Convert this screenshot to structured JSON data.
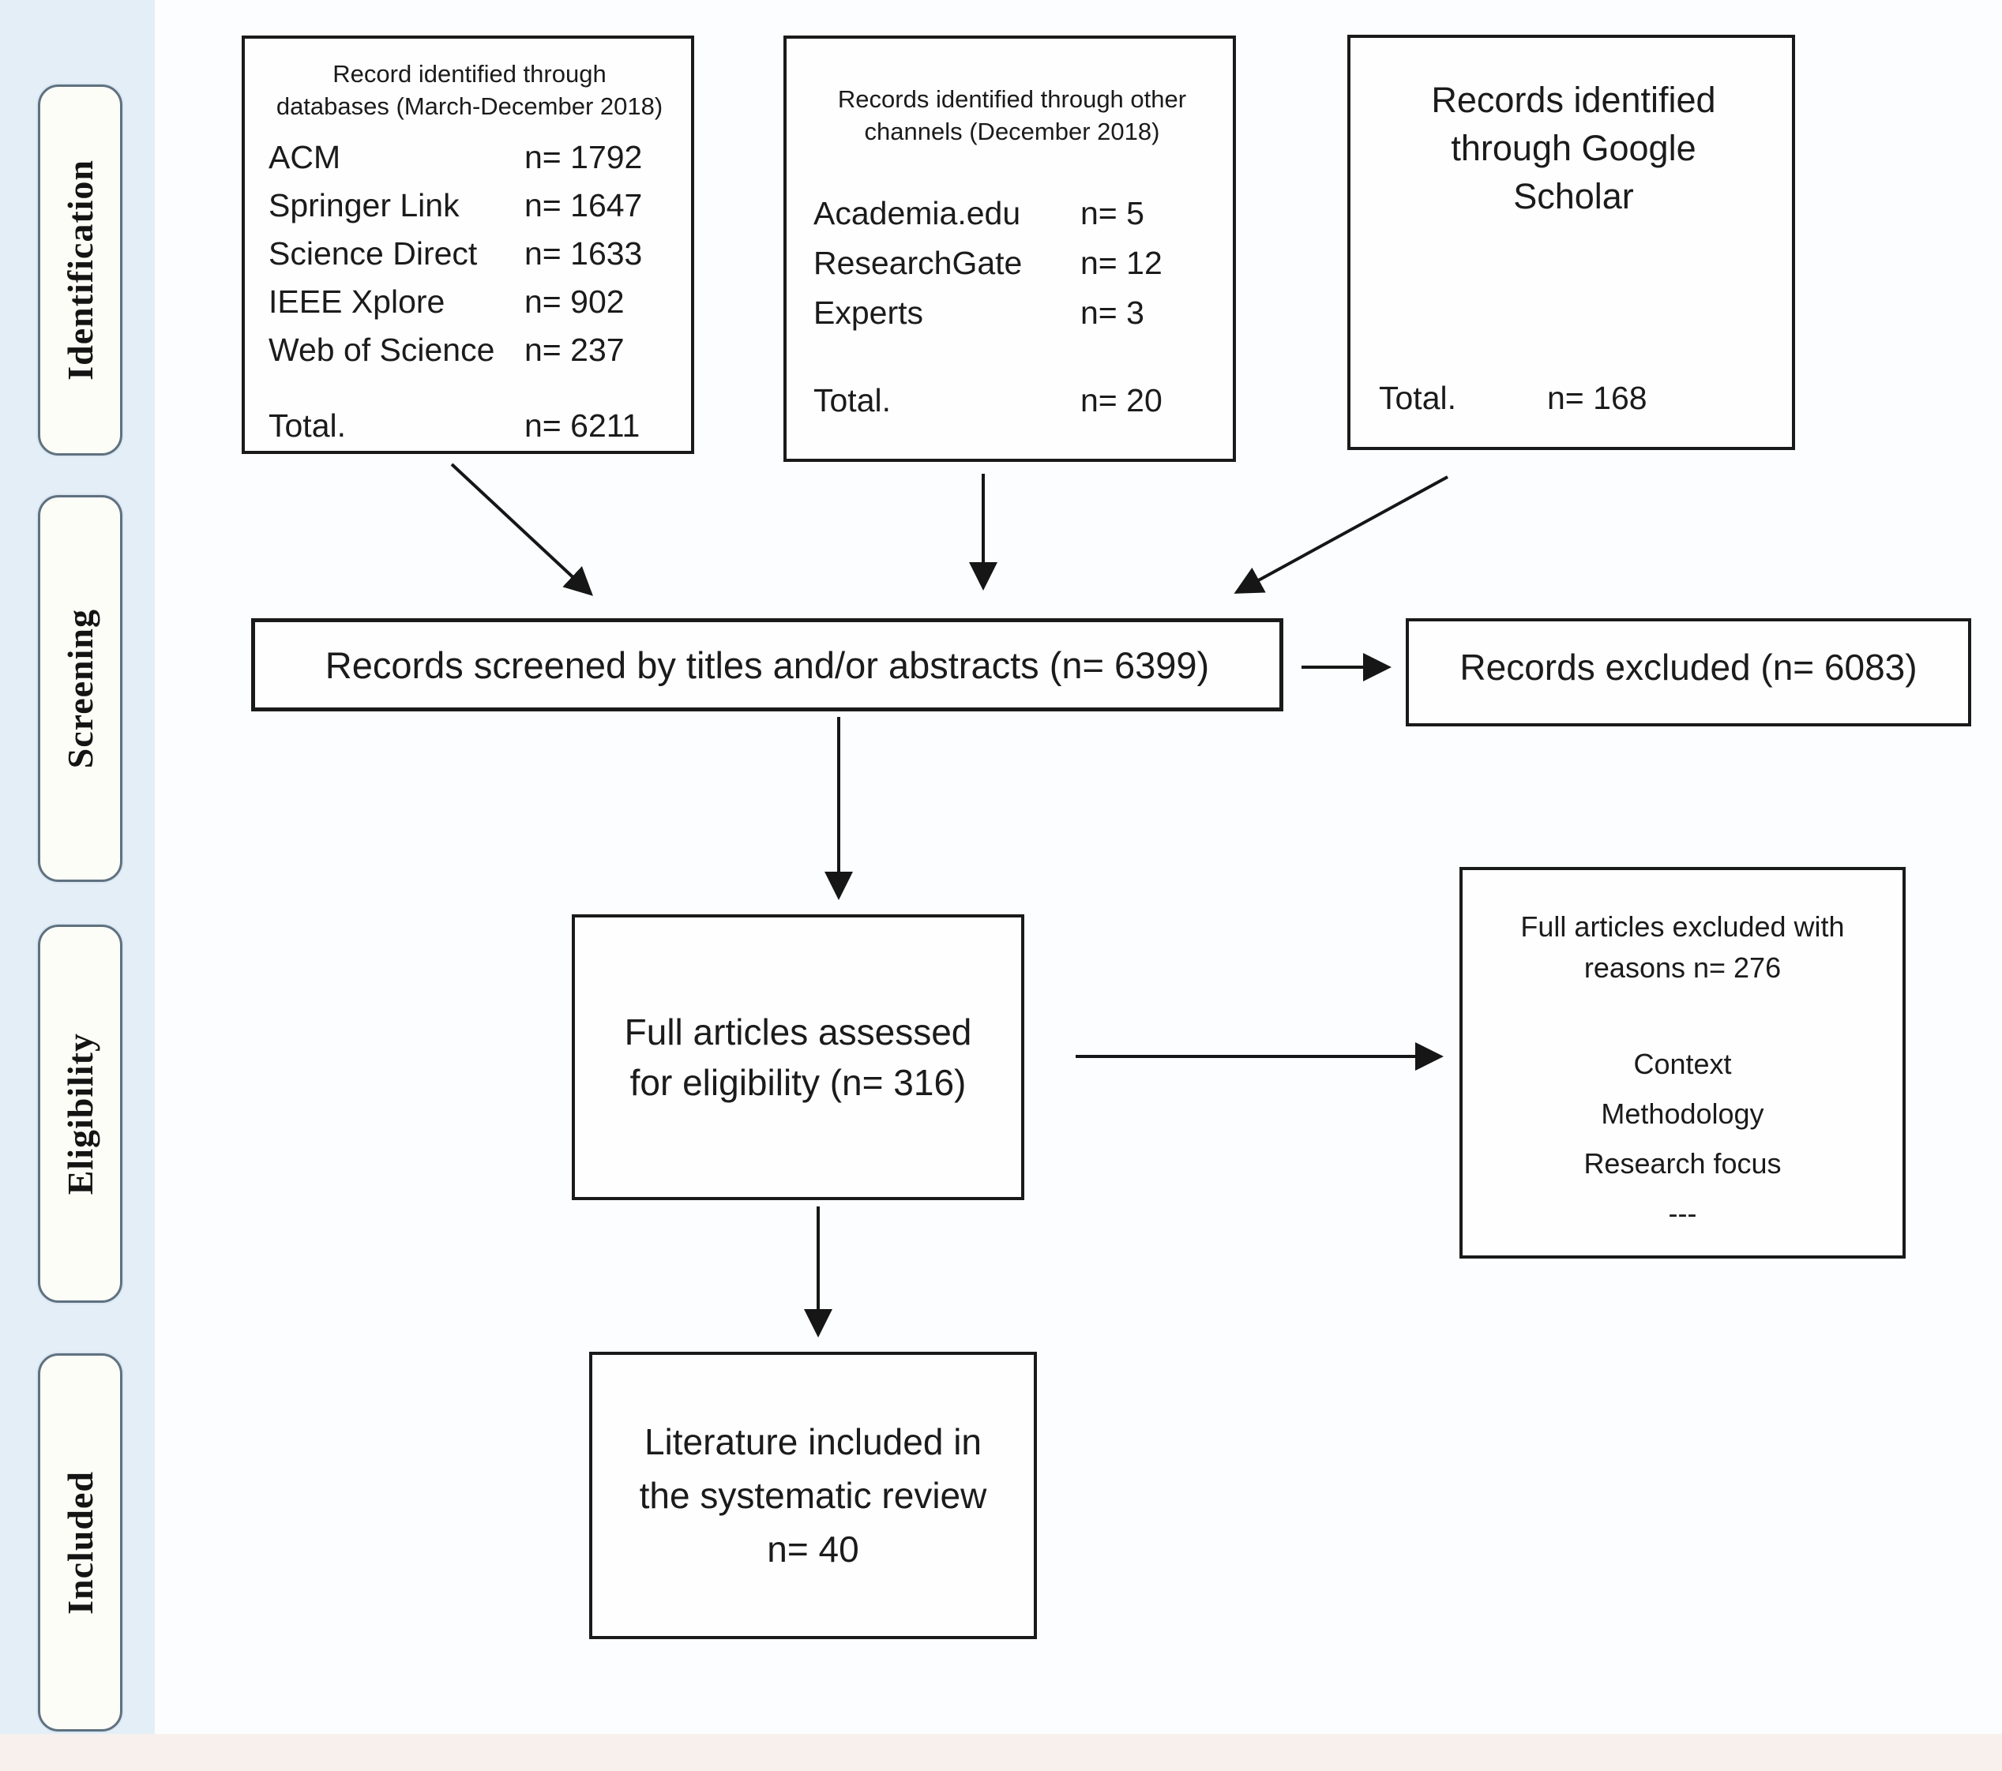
{
  "colors": {
    "ink": "#1b1b1b",
    "box_border": "#1a1a1a",
    "sidebar_border": "#5f7180",
    "sidebar_strip": "#e4eef7",
    "sidebar_box_fill": "#fdfdf7"
  },
  "sidebar": {
    "stages": [
      "Identification",
      "Screening",
      "Eligibility",
      "Included"
    ]
  },
  "boxes": {
    "databases": {
      "title_lines": [
        "Record identified through",
        "databases (March-December 2018)"
      ],
      "rows": [
        {
          "label": "ACM",
          "value": "n= 1792"
        },
        {
          "label": "Springer Link",
          "value": "n= 1647"
        },
        {
          "label": "Science Direct",
          "value": "n= 1633"
        },
        {
          "label": "IEEE Xplore",
          "value": "n= 902"
        },
        {
          "label": "Web of Science",
          "value": "n= 237"
        }
      ],
      "total": {
        "label": "Total.",
        "value": "n= 6211"
      }
    },
    "other_channels": {
      "title_lines": [
        "Records identified through other",
        "channels (December 2018)"
      ],
      "rows": [
        {
          "label": "Academia.edu",
          "value": "n= 5"
        },
        {
          "label": "ResearchGate",
          "value": "n= 12"
        },
        {
          "label": "Experts",
          "value": "n= 3"
        }
      ],
      "total": {
        "label": "Total.",
        "value": "n= 20"
      }
    },
    "google_scholar": {
      "title_lines": [
        "Records identified",
        "through Google",
        "Scholar"
      ],
      "total": {
        "label": "Total.",
        "value": "n= 168"
      }
    },
    "screened": {
      "text": "Records screened by titles and/or abstracts (n= 6399)"
    },
    "records_excluded": {
      "text": "Records excluded (n= 6083)"
    },
    "full_articles": {
      "lines": [
        "Full articles assessed",
        "for eligibility (n= 316)"
      ]
    },
    "excluded_reasons": {
      "title_lines": [
        "Full articles excluded with",
        "reasons n= 276"
      ],
      "reasons": [
        "Context",
        "Methodology",
        "Research focus",
        "---"
      ]
    },
    "included_literature": {
      "lines": [
        "Literature included in",
        "the systematic review",
        "n= 40"
      ]
    }
  }
}
